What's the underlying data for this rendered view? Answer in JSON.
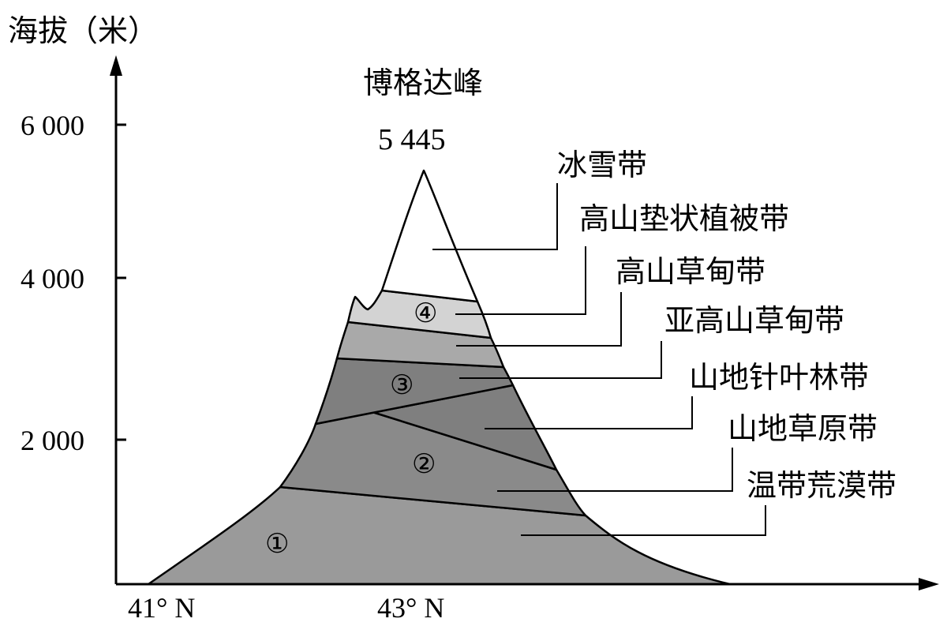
{
  "yaxis_label": "海拔（米）",
  "y_ticks": [
    {
      "label": "6 000",
      "value": 6000
    },
    {
      "label": "4 000",
      "value": 4000
    },
    {
      "label": "2 000",
      "value": 2000
    }
  ],
  "x_ticks": [
    "41° N",
    "43° N"
  ],
  "peak": {
    "name": "博格达峰",
    "elevation": "5 445"
  },
  "zone_labels": [
    "冰雪带",
    "高山垫状植被带",
    "高山草甸带",
    "亚高山草甸带",
    "山地针叶林带",
    "山地草原带",
    "温带荒漠带"
  ],
  "markers": [
    "④",
    "③",
    "②",
    "①"
  ],
  "colors": {
    "snow": "#ffffff",
    "cushion": "#d3d3d3",
    "meadow": "#a9a9a9",
    "conifer": "#7f7f7f",
    "steppe": "#8a8a8a",
    "desert": "#9a9a9a",
    "stroke": "#000000"
  }
}
